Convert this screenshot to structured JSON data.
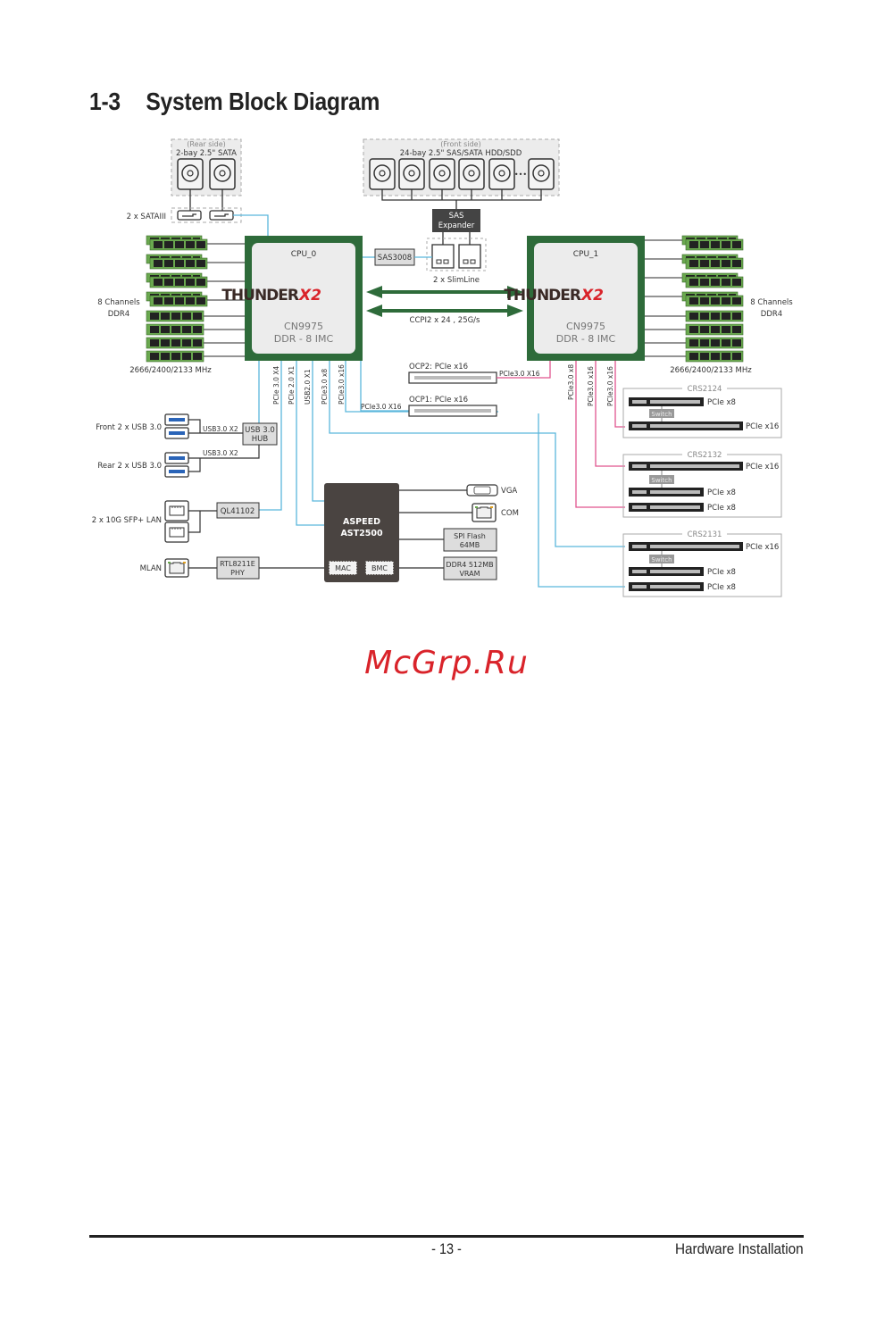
{
  "header": {
    "section_number": "1-3",
    "title": "System Block Diagram"
  },
  "storage": {
    "rear": {
      "side_label": "(Rear side)",
      "title": "2-bay 2.5\" SATA",
      "port_label": "2 x SATAIII"
    },
    "front": {
      "side_label": "(Front side)",
      "title": "24-bay 2.5\" SAS/SATA HDD/SDD",
      "ellipsis": "•••"
    },
    "sas_expander": [
      "SAS",
      "Expander"
    ],
    "sas_controller": "SAS3008",
    "slimline_label": "2 x SlimLine"
  },
  "cpu0": {
    "name": "CPU_0",
    "brand": "THUNDER",
    "brand_accent": "X2",
    "model": "CN9975",
    "imc": "DDR - 8 IMC"
  },
  "cpu1": {
    "name": "CPU_1",
    "brand": "THUNDER",
    "brand_accent": "X2",
    "model": "CN9975",
    "imc": "DDR - 8 IMC"
  },
  "memory": {
    "channels_line1": "8 Channels",
    "channels_line2": "DDR4",
    "speed": "2666/2400/2133 MHz"
  },
  "interconnect": {
    "label": "CCPI2 x 24 , 25G/s"
  },
  "cpu0_links": [
    "PCIe 3.0 X4",
    "PCIe 2.0 X1",
    "USB2.0 X1",
    "PCIe3.0 x8",
    "PCIe3.0 x16"
  ],
  "cpu1_links": [
    "PCIe3.0 x8",
    "PCIe3.0 x16",
    "PCIe3.0 x16"
  ],
  "ocp": {
    "ocp2_label": "OCP2: PCIe x16",
    "ocp2_link": "PCIe3.0 X16",
    "ocp1_label": "OCP1: PCIe x16",
    "ocp1_link": "PCIe3.0 X16"
  },
  "usb": {
    "front_label": "Front 2 x USB 3.0",
    "rear_label": "Rear 2 x USB 3.0",
    "link_front": "USB3.0 X2",
    "link_rear": "USB3.0 X2",
    "hub": [
      "USB 3.0",
      "HUB"
    ]
  },
  "lan": {
    "sfp_label": "2 x 10G SFP+ LAN",
    "sfp_controller": "QL41102",
    "mlan_label": "MLAN",
    "phy": [
      "RTL8211E",
      "PHY"
    ]
  },
  "bmc": {
    "name": [
      "ASPEED",
      "AST2500"
    ],
    "mac": "MAC",
    "bmc": "BMC",
    "vga": "VGA",
    "com": "COM",
    "spi": [
      "SPI Flash",
      "64MB"
    ],
    "vram": [
      "DDR4 512MB",
      "VRAM"
    ]
  },
  "risers": [
    {
      "name": "CRS2124",
      "slots": [
        "PCIe x8",
        "PCIe x16"
      ],
      "switch": "Switch"
    },
    {
      "name": "CRS2132",
      "slots": [
        "PCIe x16",
        "PCIe x8",
        "PCIe x8"
      ],
      "switch": "Switch"
    },
    {
      "name": "CRS2131",
      "slots": [
        "PCIe x16",
        "PCIe x8",
        "PCIe x8"
      ],
      "switch": "Switch"
    }
  ],
  "colors": {
    "cpu_green": "#2e6b3a",
    "link_blue": "#5bb6dc",
    "link_pink": "#e0558e",
    "bmc_brown": "#4a4441",
    "dimm_green": "#6aa84f",
    "brand_red": "#d9232a"
  },
  "watermark": "McGrp.Ru",
  "footer": {
    "page": "- 13 -",
    "section": "Hardware Installation"
  }
}
